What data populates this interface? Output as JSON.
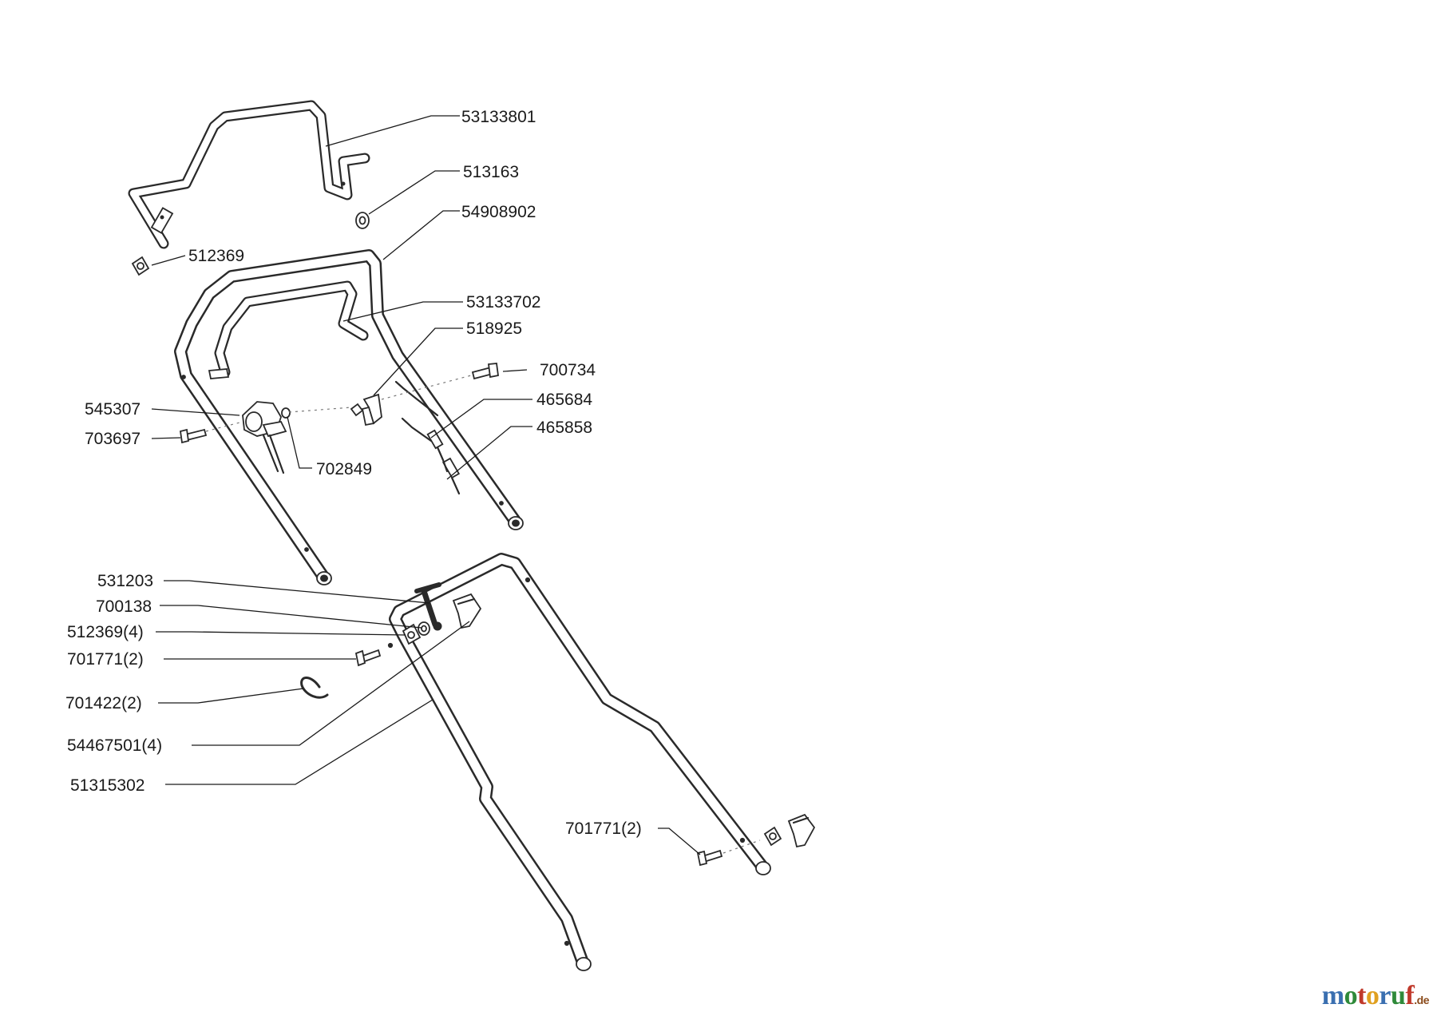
{
  "parts": [
    {
      "number": "53133801"
    },
    {
      "number": "513163"
    },
    {
      "number": "54908902"
    },
    {
      "number": "512369"
    },
    {
      "number": "53133702"
    },
    {
      "number": "518925"
    },
    {
      "number": "700734"
    },
    {
      "number": "465684"
    },
    {
      "number": "465858"
    },
    {
      "number": "545307"
    },
    {
      "number": "703697"
    },
    {
      "number": "702849"
    },
    {
      "number": "531203"
    },
    {
      "number": "700138"
    },
    {
      "number": "512369(4)"
    },
    {
      "number": "701771(2)"
    },
    {
      "number": "701422(2)"
    },
    {
      "number": "54467501(4)"
    },
    {
      "number": "51315302"
    },
    {
      "number": "701771(2)"
    }
  ],
  "watermark": {
    "letters": [
      "m",
      "o",
      "t",
      "o",
      "r",
      "u",
      "f"
    ],
    "colors": [
      "#3a6fb0",
      "#2f8a3a",
      "#c0392b",
      "#e0a020",
      "#3a6fb0",
      "#2f8a3a",
      "#c0392b"
    ],
    "suffix": ".de"
  }
}
